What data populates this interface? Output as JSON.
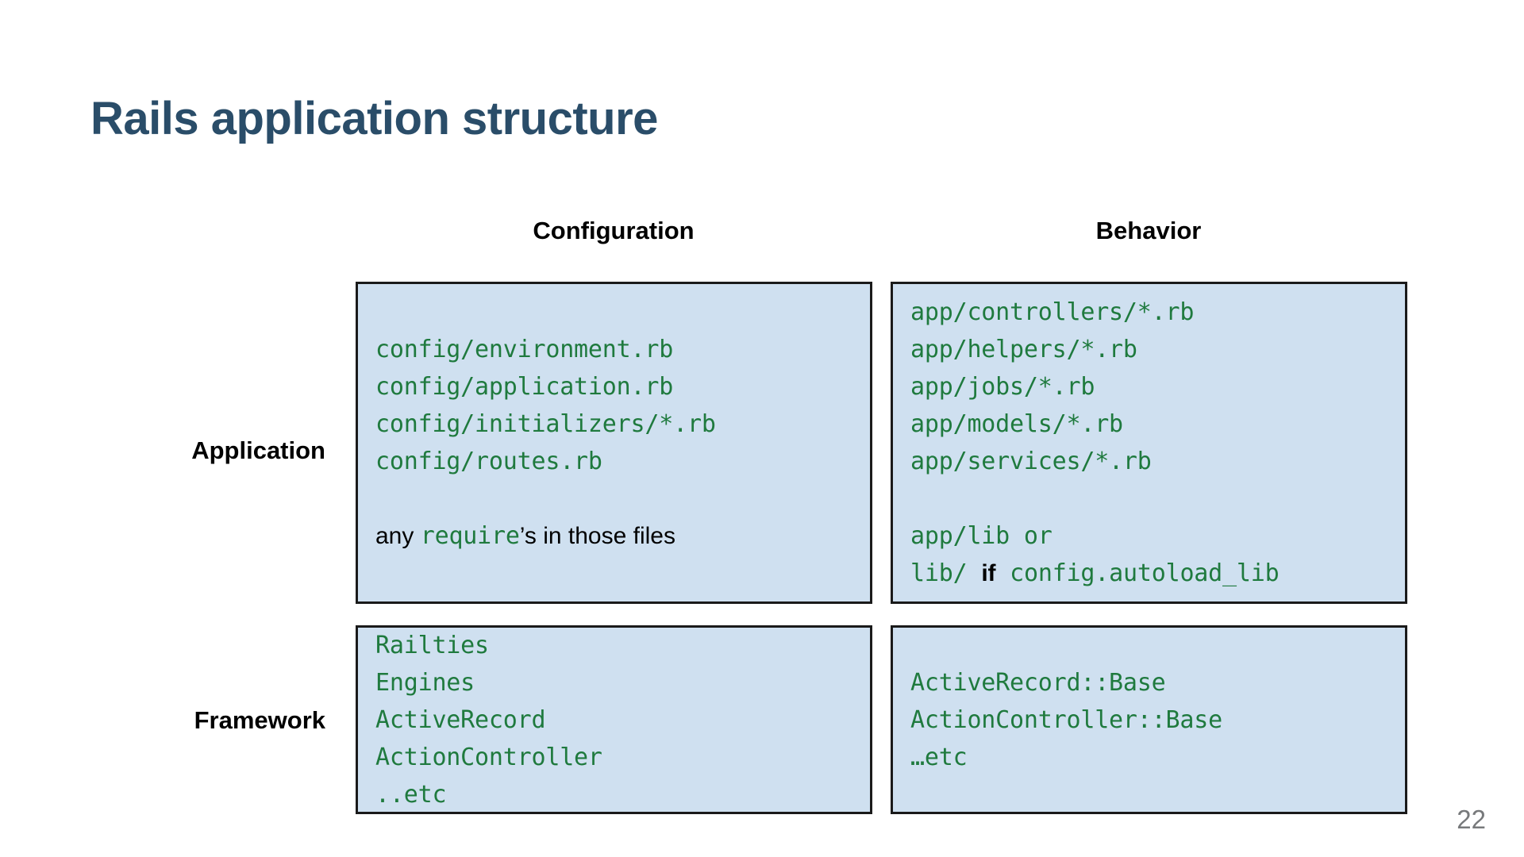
{
  "slide": {
    "title": "Rails application structure",
    "page_number": "22",
    "colors": {
      "title": "#2A4D69",
      "box_fill": "#CFE0F0",
      "box_border": "#1a1a1a",
      "code_green": "#1F7A3E",
      "text_black": "#000000",
      "page_number": "#77797B"
    }
  },
  "columns": [
    {
      "label": "Configuration"
    },
    {
      "label": "Behavior"
    }
  ],
  "rows": [
    {
      "label": "Application"
    },
    {
      "label": "Framework"
    }
  ],
  "cells": {
    "application_configuration": {
      "lines": [
        {
          "type": "code",
          "text": "config/environment.rb"
        },
        {
          "type": "code",
          "text": "config/application.rb"
        },
        {
          "type": "code",
          "text": "config/initializers/*.rb"
        },
        {
          "type": "code",
          "text": "config/routes.rb"
        },
        {
          "type": "blank",
          "text": " "
        },
        {
          "type": "mixed",
          "prefix": "any ",
          "mono": "require",
          "suffix": "’s in those files"
        }
      ]
    },
    "application_behavior": {
      "lines": [
        {
          "type": "code",
          "text": "app/controllers/*.rb"
        },
        {
          "type": "code",
          "text": "app/helpers/*.rb"
        },
        {
          "type": "code",
          "text": "app/jobs/*.rb"
        },
        {
          "type": "code",
          "text": "app/models/*.rb"
        },
        {
          "type": "code",
          "text": "app/services/*.rb"
        },
        {
          "type": "blank",
          "text": " "
        },
        {
          "type": "code",
          "text": "app/lib or"
        },
        {
          "type": "code_mixed",
          "prefix": "lib/ ",
          "plain": "if",
          "suffix": " config.autoload_lib"
        }
      ]
    },
    "framework_configuration": {
      "lines": [
        {
          "type": "code",
          "text": "Railties"
        },
        {
          "type": "code",
          "text": "Engines"
        },
        {
          "type": "code",
          "text": "ActiveRecord"
        },
        {
          "type": "code",
          "text": "ActionController"
        },
        {
          "type": "code",
          "text": "..etc"
        }
      ]
    },
    "framework_behavior": {
      "lines": [
        {
          "type": "code",
          "text": "ActiveRecord::Base"
        },
        {
          "type": "code",
          "text": "ActionController::Base"
        },
        {
          "type": "code",
          "text": "…etc"
        }
      ]
    }
  }
}
